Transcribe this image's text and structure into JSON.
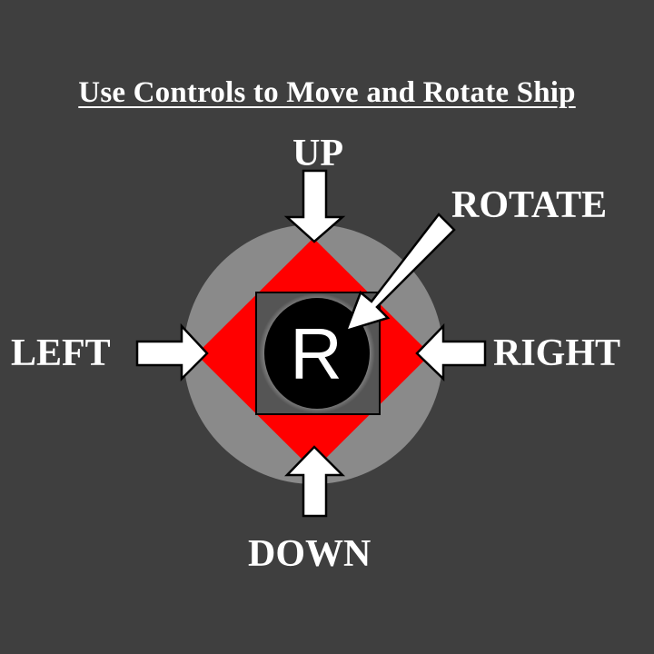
{
  "title": "Use Controls to Move and Rotate Ship",
  "labels": {
    "up": "UP",
    "down": "DOWN",
    "left": "LEFT",
    "right": "RIGHT",
    "rotate": "ROTATE"
  },
  "button": {
    "letter": "R"
  },
  "colors": {
    "background": "#3f3f3f",
    "pad_circle": "#8a8a8a",
    "dpad": "#ff0000",
    "button_square": "#555555",
    "button_circle": "#000000",
    "arrow_fill": "#ffffff",
    "arrow_stroke": "#000000"
  },
  "icons": {
    "up_arrow": "arrow-down-icon",
    "down_arrow": "arrow-up-icon",
    "left_arrow": "arrow-right-icon",
    "right_arrow": "arrow-left-icon",
    "rotate_arrow": "arrow-diagonal-icon"
  }
}
